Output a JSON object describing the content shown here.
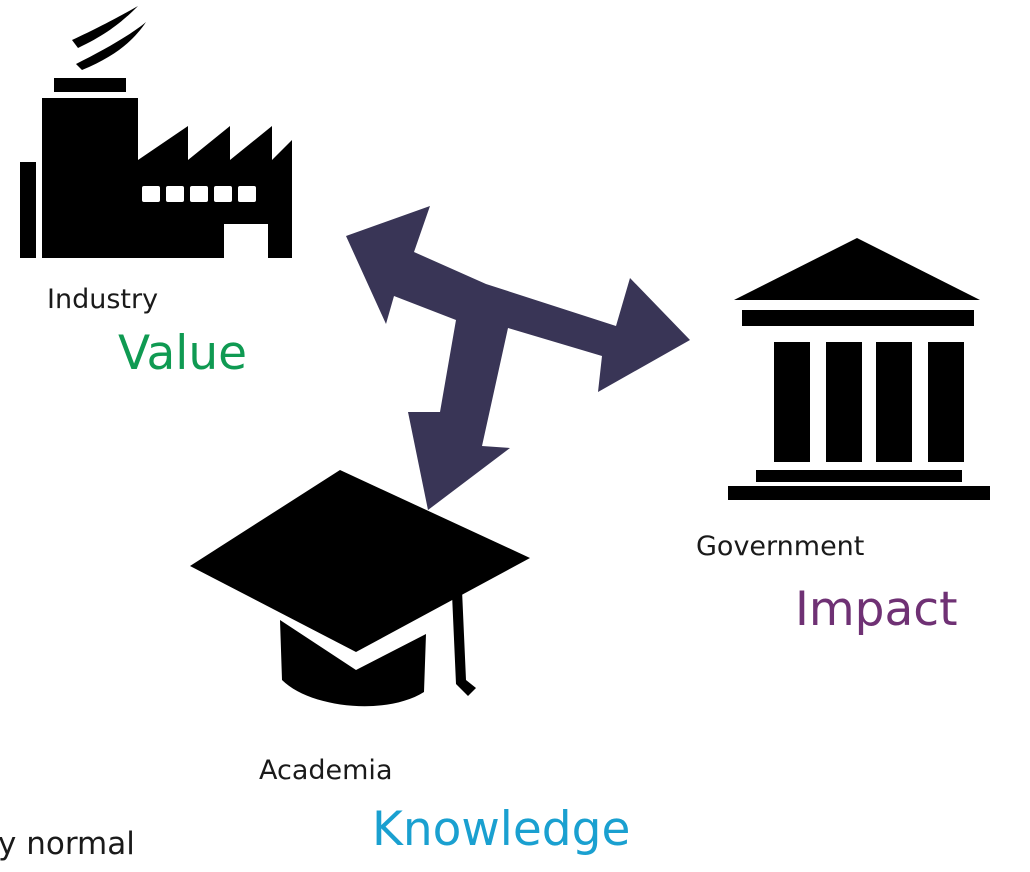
{
  "industry": {
    "label": "Industry",
    "value": "Value",
    "color": "#0f9a52",
    "icon": "factory-icon"
  },
  "government": {
    "label": "Government",
    "value": "Impact",
    "color": "#6f3174",
    "icon": "government-building-icon"
  },
  "academia": {
    "label": "Academia",
    "value": "Knowledge",
    "color": "#1aa0d0",
    "icon": "graduation-cap-icon"
  },
  "arrow": {
    "color": "#393556",
    "icon": "three-way-arrow-icon"
  },
  "fragment": {
    "text": "y normal"
  }
}
